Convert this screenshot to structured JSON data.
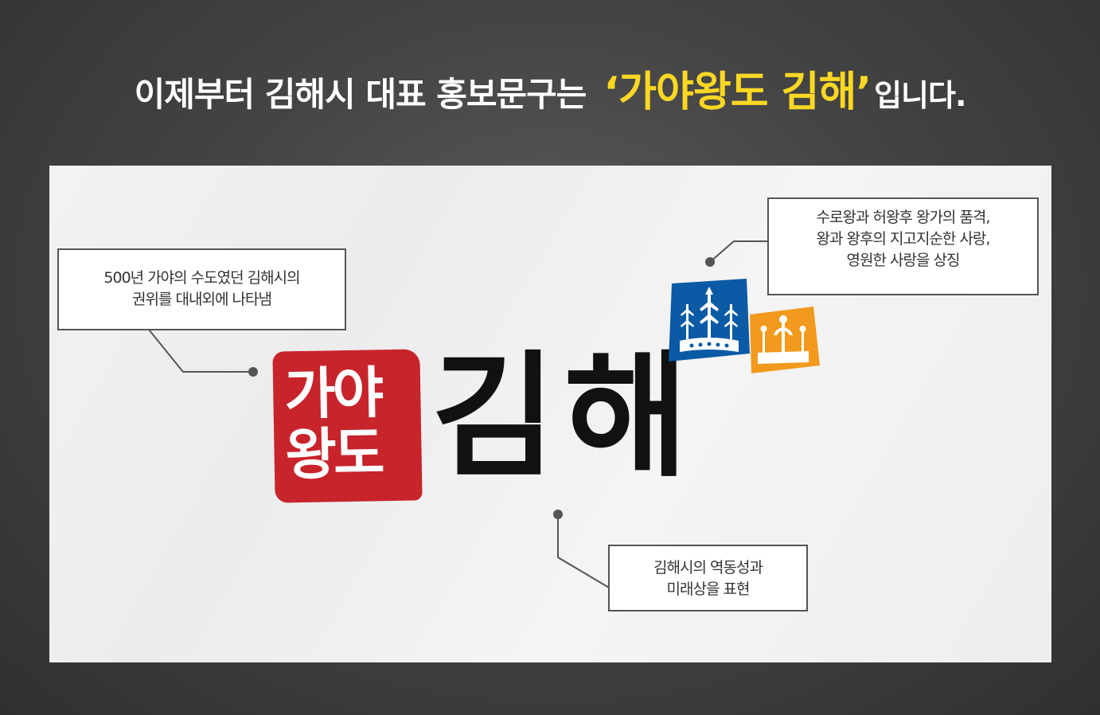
{
  "headline": {
    "prefix": "이제부터 김해시 대표 홍보문구는",
    "highlight": "‘가야왕도 김해’",
    "suffix": "입니다."
  },
  "logo": {
    "seal_line1": "가야",
    "seal_line2": "왕도",
    "main_text": "김해",
    "icons": [
      "blue-crown-emblem",
      "orange-crown-emblem"
    ]
  },
  "callouts": [
    {
      "id": "left",
      "lines": [
        "500년 가야의 수도였던 김해시의",
        "권위를 대내외에 나타냄"
      ]
    },
    {
      "id": "right",
      "lines": [
        "수로왕과 허왕후 왕가의 품격,",
        "왕과  왕후의 지고지순한 사랑,",
        "영원한 사랑을 상징"
      ]
    },
    {
      "id": "bottom",
      "lines": [
        "김해시의 역동성과",
        "미래상을 표현"
      ]
    }
  ],
  "colors": {
    "highlight_yellow": "#fcd823",
    "seal_red": "#c8242b",
    "crown_blue": "#0a5aa6",
    "crown_orange": "#f19a1d",
    "background_dark": "#444444",
    "panel": "#f0f0f0"
  }
}
